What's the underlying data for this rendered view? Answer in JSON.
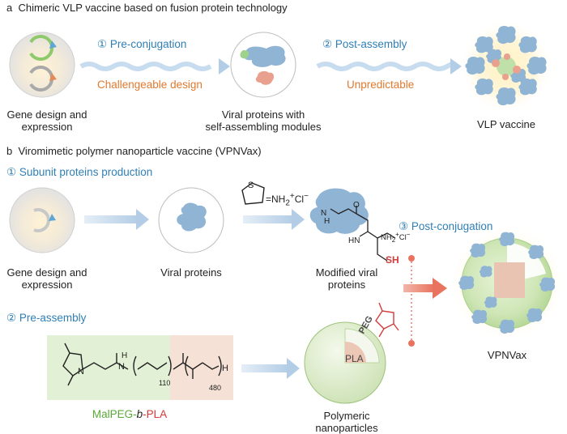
{
  "panel_a": {
    "letter": "a",
    "title": "Chimeric VLP vaccine based on fusion protein technology",
    "step1": {
      "num": "①",
      "label": "Pre-conjugation",
      "note": "Challengeable design"
    },
    "step2": {
      "num": "②",
      "label": "Post-assembly",
      "note": "Unpredictable"
    },
    "caption_gene": [
      "Gene design and",
      "expression"
    ],
    "caption_viral": [
      "Viral proteins with",
      "self-assembling modules"
    ],
    "caption_vlp": "VLP vaccine"
  },
  "panel_b": {
    "letter": "b",
    "title": "Viromimetic polymer nanoparticle vaccine (VPNVax)",
    "step1": {
      "num": "①",
      "label": "Subunit proteins production"
    },
    "step2": {
      "num": "②",
      "label": "Pre-assembly"
    },
    "step3": {
      "num": "③",
      "label": "Post-conjugation"
    },
    "caption_gene": [
      "Gene design and",
      "expression"
    ],
    "caption_viral": "Viral proteins",
    "caption_modified": [
      "Modified viral",
      "proteins"
    ],
    "caption_vpnvax": "VPNVax",
    "caption_np": [
      "Polymeric",
      "nanoparticles"
    ],
    "reagent": {
      "main": "NH",
      "sup": "+",
      "chloride": "Cl",
      "chloride_sup": "−",
      "s": "S"
    },
    "chem_labels": {
      "sh": "SH",
      "nh2cl": "NH",
      "nh2cl_sub": "2",
      "nh2cl_sup": "+",
      "cl": "Cl",
      "cl_sup": "−",
      "n": "N",
      "h": "H",
      "hn": "HN",
      "o": "O"
    },
    "polymer": {
      "label_mal": "MalPEG-",
      "label_b": "b",
      "label_pla": "-PLA",
      "peg_n": "110",
      "pla_n": "480",
      "end_h": "H"
    },
    "np_labels": {
      "peg": "PEG",
      "pla": "PLA"
    }
  },
  "colors": {
    "blue": "#2f7fb5",
    "orange": "#e07a2f",
    "green": "#5aa83a",
    "red": "#d43b3b",
    "protein": "#8fb4d4",
    "protein_dark": "#6f9bc2",
    "arrow": "#b9d3ea",
    "pink": "#e8a192"
  }
}
